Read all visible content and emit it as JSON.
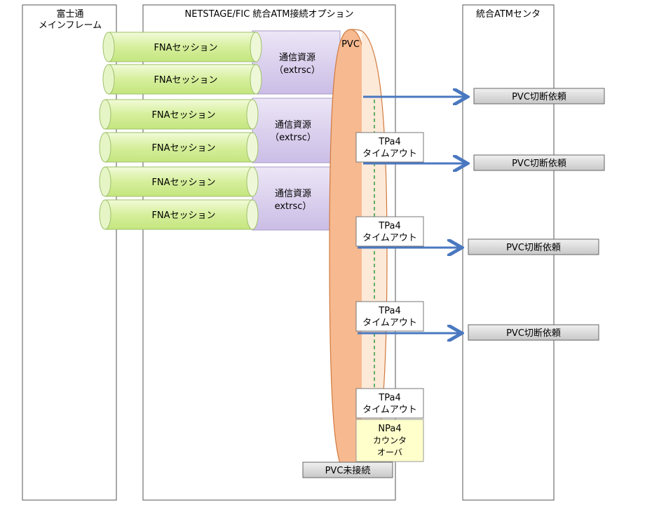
{
  "columns": {
    "host": {
      "line1": "富士通",
      "line2": "メインフレーム"
    },
    "option": {
      "title": "NETSTAGE/FIC  統合ATM接続オプション"
    },
    "center": {
      "title": "統合ATMセンタ"
    }
  },
  "sessions": [
    {
      "label": "FNAセッション"
    },
    {
      "label": "FNAセッション"
    },
    {
      "label": "FNAセッション"
    },
    {
      "label": "FNAセッション"
    },
    {
      "label": "FNAセッション"
    },
    {
      "label": "FNAセッション"
    }
  ],
  "resources": [
    {
      "line1": "通信資源",
      "line2": "（extrsc）"
    },
    {
      "line1": "通信資源",
      "line2": "（extrsc）"
    },
    {
      "line1": "通信資源",
      "line2": "extrsc）"
    }
  ],
  "pvc": {
    "label": "PVC",
    "unconnected": "PVC未接続"
  },
  "timeouts": [
    {
      "line1": "TPa4",
      "line2": "タイムアウト"
    },
    {
      "line1": "TPa4",
      "line2": "タイムアウト"
    },
    {
      "line1": "TPa4",
      "line2": "タイムアウト"
    },
    {
      "line1": "TPa4",
      "line2": "タイムアウト"
    }
  ],
  "counter": {
    "line1": "NPa4",
    "line2": "カウンタ",
    "line3": "オーバ"
  },
  "requests": [
    {
      "label": "PVC切断依頼"
    },
    {
      "label": "PVC切断依頼"
    },
    {
      "label": "PVC切断依頼"
    },
    {
      "label": "PVC切断依頼"
    }
  ],
  "colors": {
    "session_fill": "#d9f0a3",
    "resource_fill": "#d5c8ea",
    "pvc_fill": "#f5b386",
    "arrow": "#4a78c0",
    "request_fill": "#d9d9d9",
    "counter_fill": "#ffffcc",
    "dashed_line": "#2e9e3a"
  }
}
